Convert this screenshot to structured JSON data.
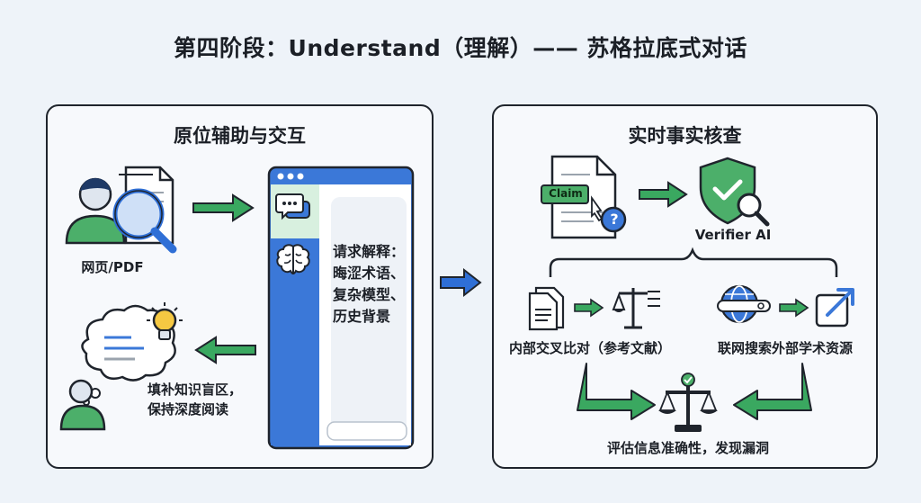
{
  "title": "第四阶段：Understand（理解）—— 苏格拉底式对话",
  "left_panel": {
    "title": "原位辅助与交互",
    "source_label": "网页/PDF",
    "request_lines": [
      "请求解释：",
      "晦涩术语、",
      "复杂模型、",
      "历史背景"
    ],
    "result_lines": [
      "填补知识盲区，",
      "保持深度阅读"
    ]
  },
  "right_panel": {
    "title": "实时事实核查",
    "claim_tag": "Claim",
    "verifier_label": "Verifier AI",
    "internal_label": "内部交叉比对（参考文献）",
    "external_label": "联网搜索外部学术资源",
    "result_label": "评估信息准确性，发现漏洞"
  },
  "colors": {
    "arrow_green": "#3aa860",
    "arrow_blue": "#2f6fd6",
    "accent_blue": "#3b78d8",
    "person_green": "#4caf6a",
    "bulb_yellow": "#f5c842"
  }
}
